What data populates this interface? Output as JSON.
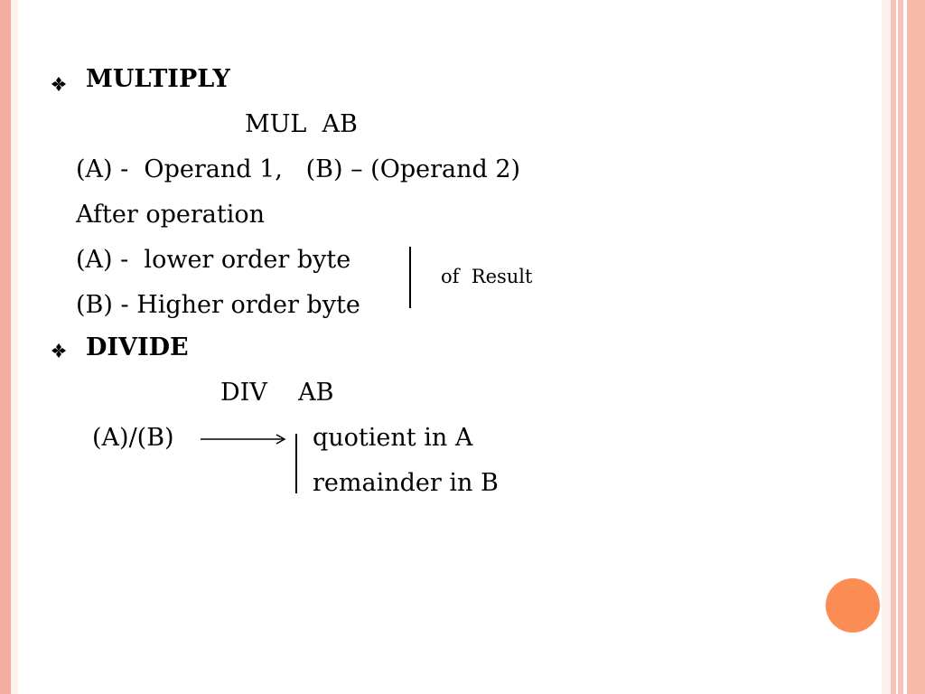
{
  "slide": {
    "multiply": {
      "heading": "MULTIPLY",
      "instruction": "MUL  AB",
      "operands": "(A) -  Operand 1,   (B) – (Operand 2)",
      "after": "After operation",
      "lower": "(A) -  lower order byte",
      "higher": "(B) - Higher order byte",
      "result_note": "of  Result"
    },
    "divide": {
      "heading": "DIVIDE",
      "instruction": "DIV    AB",
      "expression": "(A)/(B)",
      "quotient": "quotient in A",
      "remainder": "remainder in B"
    }
  },
  "colors": {
    "frame_accent": "#f3ada0",
    "frame_light": "#fdf1ee",
    "frame_stripe": "#f7c3b8",
    "dot": "#fb8c54"
  },
  "icons": {
    "bullet": "diamond-bullet-icon",
    "arrow": "right-arrow-icon",
    "decoration": "orange-circle-icon"
  }
}
